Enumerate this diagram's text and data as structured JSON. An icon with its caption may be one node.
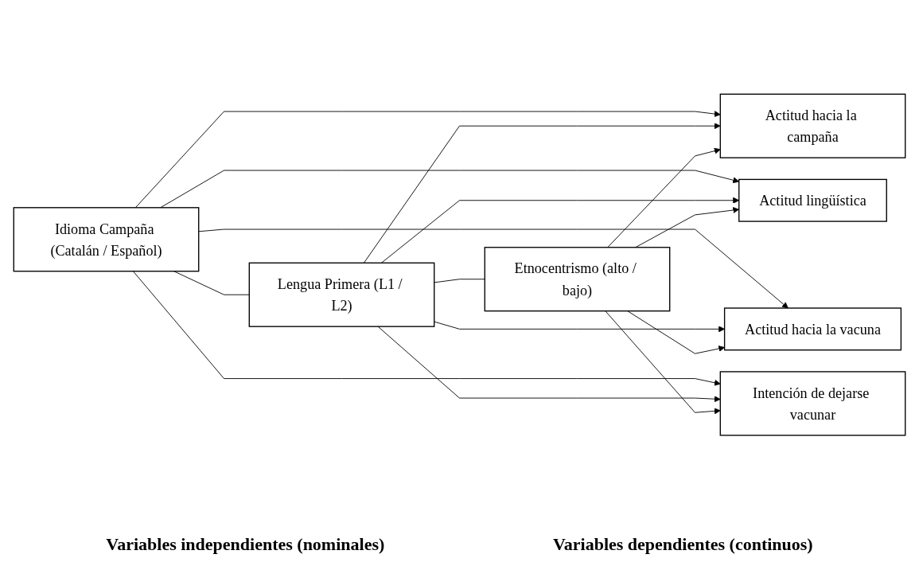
{
  "diagram": {
    "nodes": [
      {
        "text": [
          "Idioma Campaña (Catalán / Español)"
        ]
      },
      {
        "text": [
          "Lengua Primera (L1 / L2)"
        ]
      },
      {
        "text": [
          "Etnocentrismo (alto / bajo)"
        ]
      },
      {
        "text": [
          "Actitud hacia la campaña"
        ]
      },
      {
        "text": [
          "Actitud lingüística"
        ]
      },
      {
        "text": [
          "Actitud hacia la vacuna"
        ]
      },
      {
        "text": [
          "Intención de dejarse vacunar"
        ]
      }
    ],
    "edges": [
      {
        "from": 0,
        "to": 1,
        "arrow": "none"
      },
      {
        "from": 1,
        "to": 2,
        "arrow": "none"
      },
      {
        "from": 0,
        "to": 3,
        "arrow": "to"
      },
      {
        "from": 0,
        "to": 4,
        "arrow": "to"
      },
      {
        "from": 0,
        "to": 5,
        "arrow": "to"
      },
      {
        "from": 0,
        "to": 6,
        "arrow": "to"
      },
      {
        "from": 1,
        "to": 3,
        "arrow": "to"
      },
      {
        "from": 1,
        "to": 4,
        "arrow": "to"
      },
      {
        "from": 1,
        "to": 5,
        "arrow": "to"
      },
      {
        "from": 1,
        "to": 6,
        "arrow": "to"
      },
      {
        "from": 2,
        "to": 3,
        "arrow": "to"
      },
      {
        "from": 2,
        "to": 4,
        "arrow": "to"
      },
      {
        "from": 2,
        "to": 5,
        "arrow": "to"
      },
      {
        "from": 2,
        "to": 6,
        "arrow": "to"
      }
    ],
    "labels": [
      "Variables independientes (nominales)",
      "Variables dependientes (continuos)"
    ]
  }
}
